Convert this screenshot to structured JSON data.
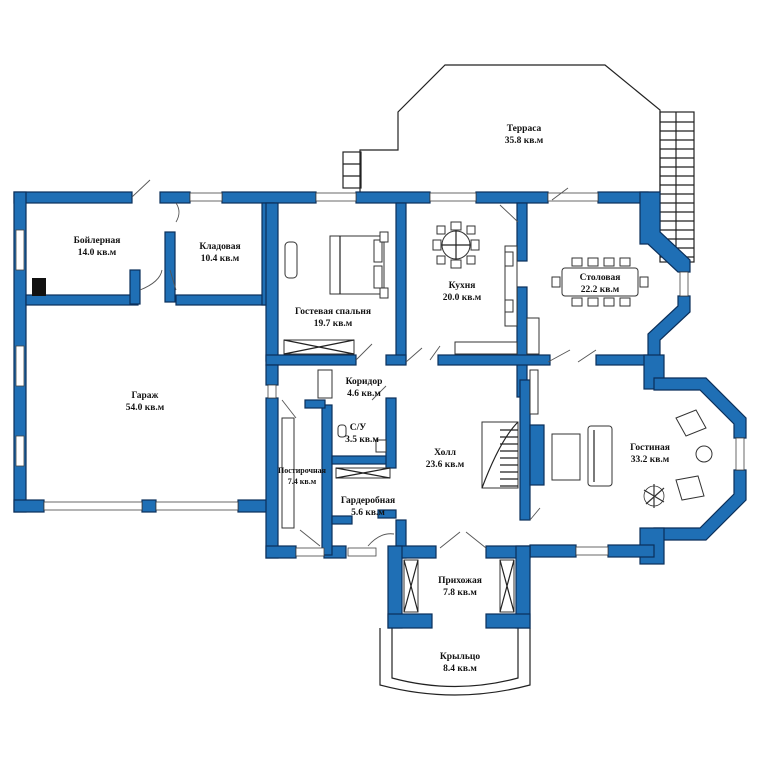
{
  "rooms": [
    {
      "name": "Терраса",
      "area": "35.8 кв.м"
    },
    {
      "name": "Бойлерная",
      "area": "14.0 кв.м"
    },
    {
      "name": "Кладовая",
      "area": "10.4 кв.м"
    },
    {
      "name": "Гостевая спальня",
      "area": "19.7 кв.м"
    },
    {
      "name": "Кухня",
      "area": "20.0 кв.м"
    },
    {
      "name": "Столовая",
      "area": "22.2 кв.м"
    },
    {
      "name": "Гараж",
      "area": "54.0 кв.м"
    },
    {
      "name": "Коридор",
      "area": "4.6 кв.м"
    },
    {
      "name": "С/У",
      "area": "3.5 кв.м"
    },
    {
      "name": "Холл",
      "area": "23.6 кв.м"
    },
    {
      "name": "Гостиная",
      "area": "33.2 кв.м"
    },
    {
      "name": "Постирочная",
      "area": "7.4 кв.м"
    },
    {
      "name": "Гардеробная",
      "area": "5.6 кв.м"
    },
    {
      "name": "Прихожая",
      "area": "7.8 кв.м"
    },
    {
      "name": "Крыльцо",
      "area": "8.4 кв.м"
    }
  ],
  "colors": {
    "wall": "#1f6fb5",
    "line": "#222222",
    "background": "#ffffff"
  }
}
